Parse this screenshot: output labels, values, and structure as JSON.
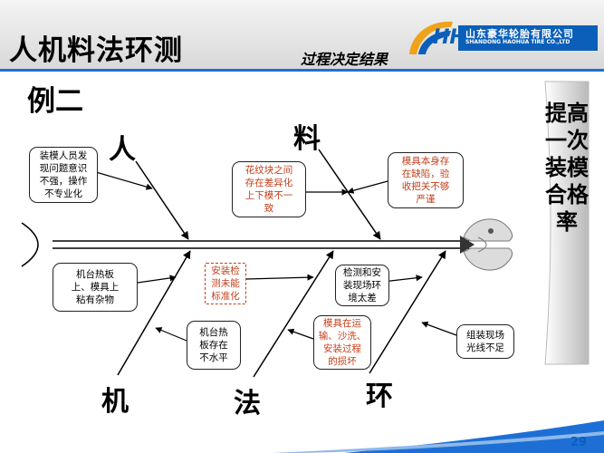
{
  "slide": {
    "title": "人机料法环测",
    "subtitle": "过程决定结果",
    "example_label": "例二",
    "page_number": "29"
  },
  "logo": {
    "mark_text": "HH",
    "company_cn": "山东豪华轮胎有限公司",
    "company_en": "SHANDONG HAOHUA TIRE CO.,LTD"
  },
  "fishbone": {
    "effect": "提高一次装模合格率",
    "categories": {
      "man": "人",
      "material": "料",
      "machine": "机",
      "method": "法",
      "environment": "环"
    },
    "causes": {
      "man_awareness": "装模人员发\n现问题意识\n不强，操作\n不专业化",
      "pattern_difference": "花纹块之间\n存在差异化\n上下模不一\n致",
      "mold_defect": "模具本身存\n在缺陷，验\n收把关不够\n严谨",
      "platen_debris": "机台热板\n上、模具上\n粘有杂物",
      "assembly_not_standard": "安装检\n测未能\n标准化",
      "inspection_environment": "检测和安\n装现场环\n境太差",
      "platen_uneven": "机台热\n板存在\n不水平",
      "mold_damage": "模具在运\n输、沙洗、\n安装过程\n的损坏",
      "lighting": "组装现场\n光线不足"
    }
  },
  "colors": {
    "accent_blue": "#0b5fb9",
    "cause_red": "#c2401c"
  }
}
